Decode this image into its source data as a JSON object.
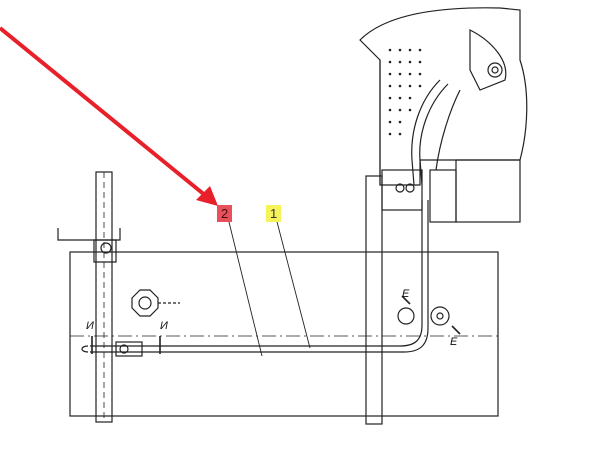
{
  "colors": {
    "line": "#222222",
    "arrow": "#e8202a",
    "callout_red": "#e8505b",
    "callout_yellow": "#f6f25a"
  },
  "callouts": [
    {
      "id": "2",
      "label": "2",
      "style": "red"
    },
    {
      "id": "1",
      "label": "1",
      "style": "yellow"
    }
  ],
  "section_marks": {
    "left_a": "И",
    "left_b": "И",
    "right_a": "E",
    "right_b": "E"
  },
  "icons": [
    "red-pointer-arrow",
    "valve-flange-icon",
    "hose-coupling-icon"
  ]
}
